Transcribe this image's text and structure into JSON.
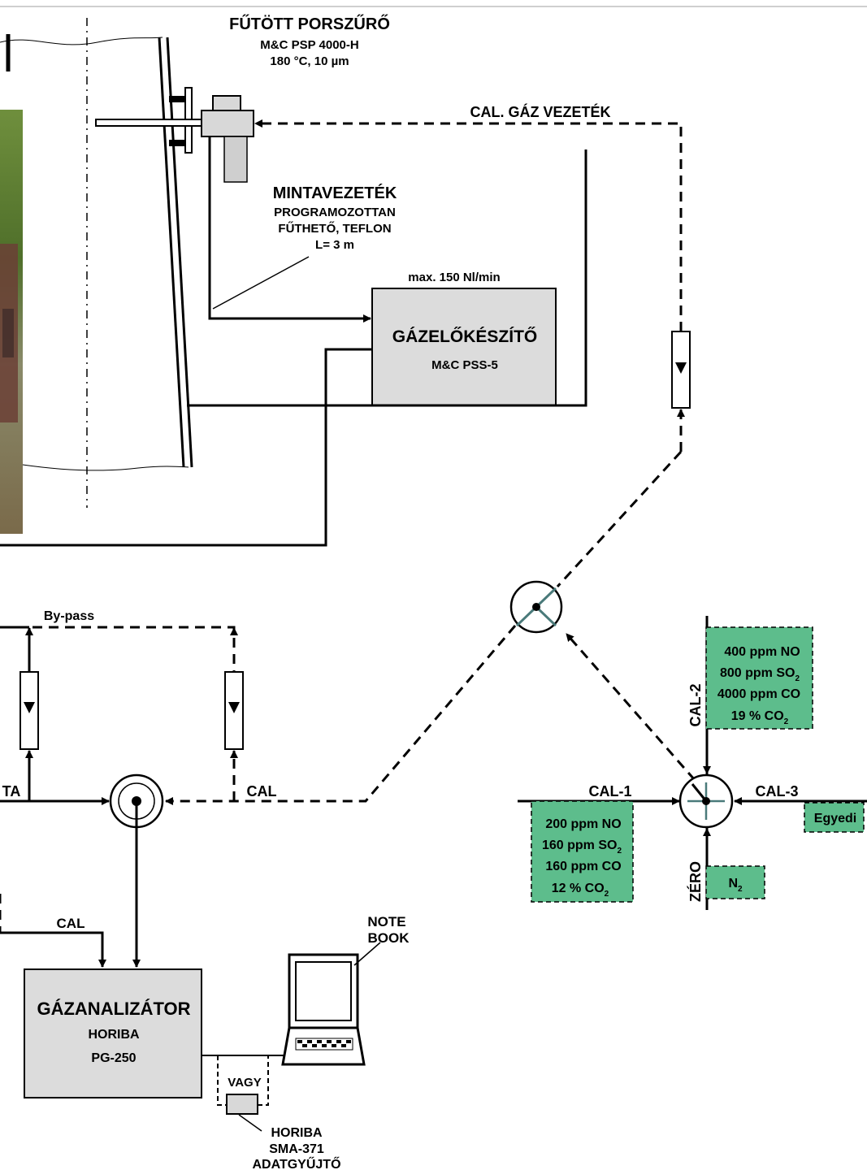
{
  "filter": {
    "title": "FŰTÖTT PORSZŰRŐ",
    "model": "M&C PSP 4000-H",
    "spec": "180 °C, 10 µm"
  },
  "cal_line_label": "CAL. GÁZ VEZETÉK",
  "sample_line": {
    "title": "MINTAVEZETÉK",
    "line1": "PROGRAMOZOTTAN",
    "line2": "FŰTHETŐ, TEFLON",
    "line3": "L= 3 m"
  },
  "flow_max": "max. 150 Nl/min",
  "conditioner": {
    "title": "GÁZELŐKÉSZÍTŐ",
    "model": "M&C PSS-5"
  },
  "bypass_label": "By-pass",
  "ta_label": "TA",
  "cal_label": "CAL",
  "cal_lower_label": "CAL",
  "analyzer": {
    "title": "GÁZANALIZÁTOR",
    "brand": "HORIBA",
    "model": "PG-250"
  },
  "notebook": {
    "line1": "NOTE",
    "line2": "BOOK"
  },
  "vagy_label": "VAGY",
  "datalogger": {
    "line1": "HORIBA",
    "line2": "SMA-371",
    "line3": "ADATGYŰJTŐ"
  },
  "cal2": {
    "label": "CAL-2",
    "no": "400 ppm NO",
    "so2": "800 ppm SO",
    "co": "4000 ppm CO",
    "co2": "19 % CO"
  },
  "cal1": {
    "label": "CAL-1",
    "no": "200 ppm NO",
    "so2": "160 ppm SO",
    "co": "160 ppm CO",
    "co2": "12 % CO"
  },
  "cal3": {
    "label": "CAL-3",
    "box": "Egyedi"
  },
  "zero": {
    "label": "ZÉRO",
    "gas": "N"
  },
  "subscript_two": "2",
  "colors": {
    "gas_box": "#5dbd8c",
    "device_box": "#dcdcdc",
    "line": "#000000",
    "valve_cross": "#4a7a7a"
  }
}
